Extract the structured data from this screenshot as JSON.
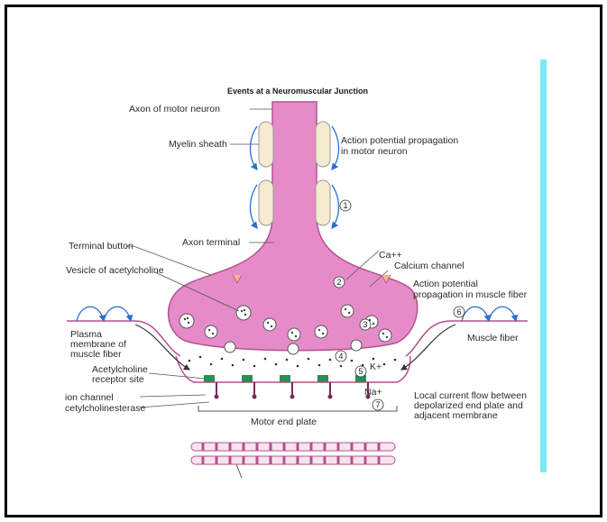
{
  "title": "Events at a Neuromuscular Junction",
  "labels": {
    "axon_motor_neuron": "Axon of motor neuron",
    "myelin_sheath": "Myelin sheath",
    "ap_motor_1": "Action potential propagation",
    "ap_motor_2": "in motor neuron",
    "axon_terminal": "Axon terminal",
    "terminal_button": "Terminal button",
    "vesicle": "Vesicle of acetylcholine",
    "ca": "Ca++",
    "calcium_channel": "Calcium channel",
    "ap_muscle_1": "Action potential",
    "ap_muscle_2": "propagation in muscle fiber",
    "plasma_1": "Plasma",
    "plasma_2": "membrane of",
    "plasma_3": "muscle fiber",
    "muscle_fiber": "Muscle fiber",
    "ach_receptor_1": "Acetylcholine",
    "ach_receptor_2": "receptor site",
    "ion_channel": "ion channel",
    "acetylcholinesterase": "cetylcholinesterase",
    "k": "K+",
    "na": "Na+",
    "local_current_1": "Local current flow between",
    "local_current_2": "depolarized end plate and",
    "local_current_3": "adjacent membrane",
    "motor_end_plate": "Motor end plate"
  },
  "step_numbers": [
    "1",
    "2",
    "3",
    "4",
    "5",
    "6",
    "7"
  ],
  "colors": {
    "terminal_pink": "#e58cc8",
    "terminal_stroke": "#b5508f",
    "myelin": "#f4ebd0",
    "accent_cyan": "#7ee8ee",
    "arrow_blue": "#2a6fd1"
  }
}
